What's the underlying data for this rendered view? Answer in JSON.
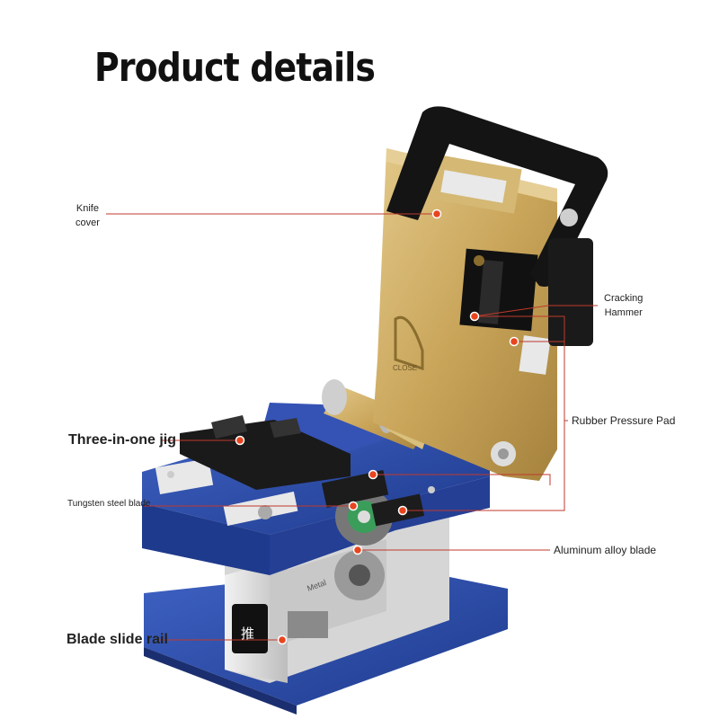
{
  "title": "Product details",
  "labels": {
    "knife_cover_1": "Knife",
    "knife_cover_2": "cover",
    "cracking_hammer_1": "Cracking",
    "cracking_hammer_2": "Hammer",
    "rubber_pressure_pad": "Rubber Pressure Pad",
    "three_in_one_jig": "Three-in-one jig",
    "tungsten_steel_blade": "Tungsten steel blade",
    "aluminum_alloy_blade": "Aluminum alloy blade",
    "blade_slide_rail": "Blade slide rail"
  },
  "markings": {
    "close": "CLOSE",
    "metal": "Metal",
    "push_char": "推"
  },
  "colors": {
    "leader_line": "#c0392b",
    "marker_dot": "#e8451f",
    "body_blue": "#2a4aa8",
    "gold": "#c9a55a",
    "handle_black": "#1a1a1a"
  }
}
